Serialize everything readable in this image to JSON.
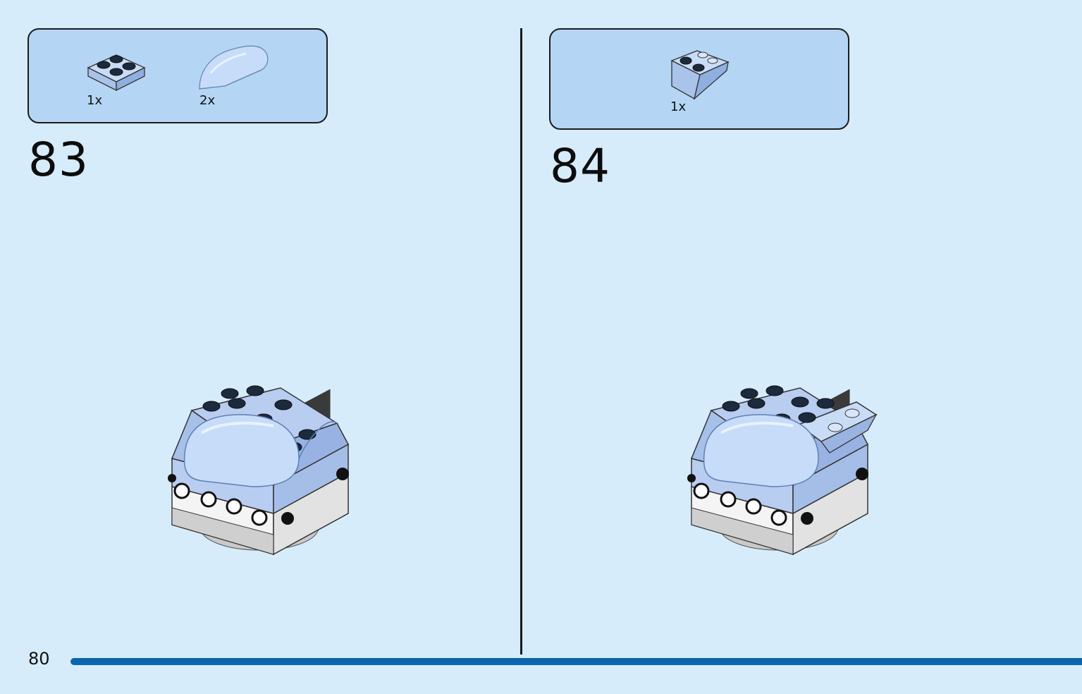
{
  "page": {
    "number": "80"
  },
  "steps": [
    {
      "number": "83",
      "parts": [
        {
          "name": "plate-2x2-icon",
          "qty": "1x"
        },
        {
          "name": "curved-slope-transparent-icon",
          "qty": "2x"
        }
      ]
    },
    {
      "number": "84",
      "parts": [
        {
          "name": "inverted-slope-icon",
          "qty": "1x"
        }
      ]
    }
  ],
  "colors": {
    "background": "#d6ecfb",
    "parts_box": "#b4d6f4",
    "accent_bar": "#0a64ae",
    "brick_light_blue": "#b8cdf0",
    "brick_white": "#ffffff",
    "brick_grey": "#cfcfcf"
  }
}
